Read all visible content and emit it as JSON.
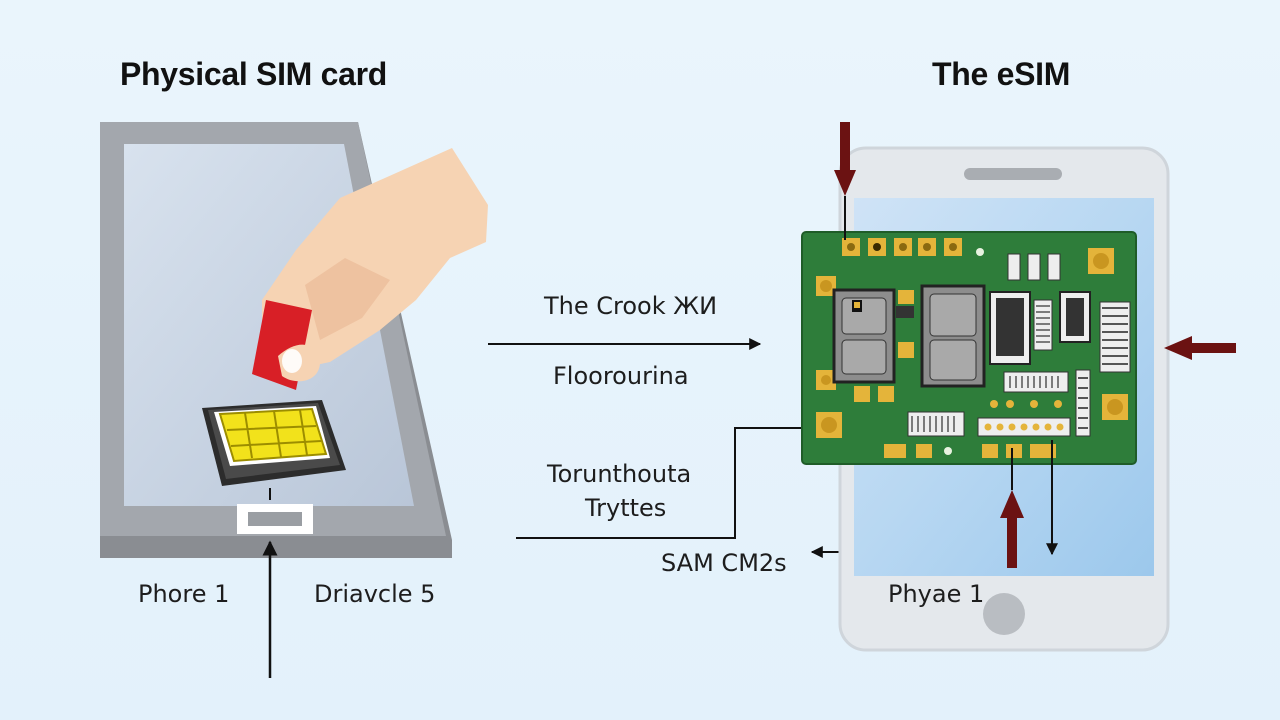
{
  "titles": {
    "physical": "Physical SIM card",
    "esim": "The eSIM"
  },
  "labels": {
    "crook": "The Crook ЖИ",
    "floorourina": "Floorourina",
    "torunthouta": "Torunthouta",
    "tryttes": "Tryttes",
    "sam": "SAM CM2s",
    "phore": "Phore 1",
    "driavcle": "Driavcle 5",
    "phyae": "Phyae 1"
  },
  "colors": {
    "background": "#e6f3fb",
    "pcb": "#2e7d3a",
    "sim_red": "#d81f26",
    "sim_chip": "#f2e21b",
    "arrow_dark_red": "#6b1212",
    "skin": "#f6d3b3"
  }
}
